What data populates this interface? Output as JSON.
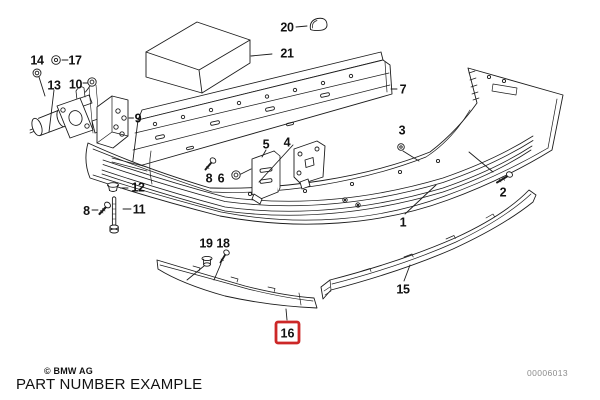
{
  "diagram_type": "exploded-parts-diagram",
  "callouts": {
    "p1": "1",
    "p2": "2",
    "p3": "3",
    "p4": "4",
    "p5": "5",
    "p6": "6",
    "p7": "7",
    "p8": "8",
    "p9": "9",
    "p10": "10",
    "p11": "11",
    "p12": "12",
    "p13": "13",
    "p14": "14",
    "p15": "15",
    "p16": "16",
    "p17": "17",
    "p18": "18",
    "p19": "19",
    "p20": "20",
    "p21": "21"
  },
  "highlight": {
    "part": "16",
    "box_color": "#cc2727"
  },
  "icons": {
    "fastener_icons": [
      "nut-icon",
      "washer-icon",
      "flange-nut-icon",
      "bolt-icon",
      "long-bolt-icon",
      "screw-icon",
      "grommet-icon",
      "clip-icon",
      "cap-icon"
    ]
  },
  "colors": {
    "line": "#1c1c1c",
    "highlight_red": "#cc2727",
    "doc_number_gray": "#8c8c8c"
  },
  "footer": {
    "copyright": "© BMW AG",
    "doc_number": "00006013"
  },
  "caption": "PART NUMBER EXAMPLE"
}
